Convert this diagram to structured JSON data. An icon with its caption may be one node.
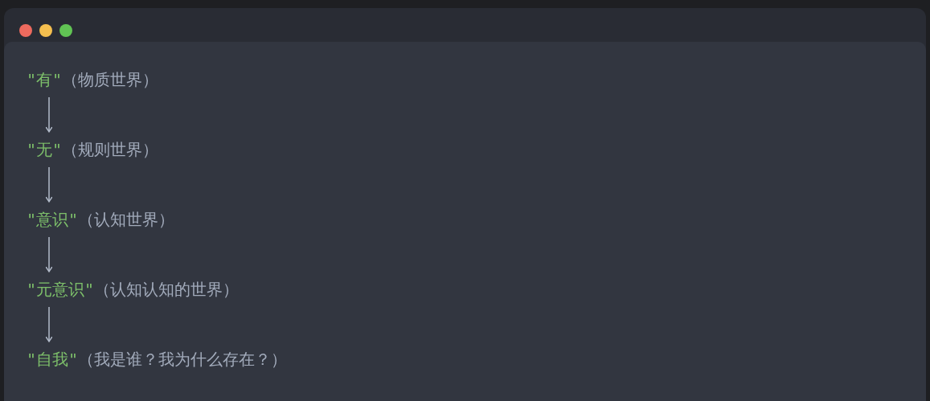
{
  "diagram": {
    "nodes": [
      {
        "text": [
          "\"有\"",
          "（物质世界）"
        ]
      },
      {
        "text": [
          "\"无\"",
          "（规则世界）"
        ]
      },
      {
        "text": [
          "\"意识\"",
          "（认知世界）"
        ]
      },
      {
        "text": [
          "\"元意识\"",
          "（认知认知的世界）"
        ]
      },
      {
        "text": [
          "\"自我\"",
          "（我是谁？我为什么存在？）"
        ]
      }
    ],
    "edges": [
      {
        "from": 0,
        "to": 1,
        "arrow": "to"
      },
      {
        "from": 1,
        "to": 2,
        "arrow": "to"
      },
      {
        "from": 2,
        "to": 3,
        "arrow": "to"
      },
      {
        "from": 3,
        "to": 4,
        "arrow": "to"
      }
    ]
  }
}
